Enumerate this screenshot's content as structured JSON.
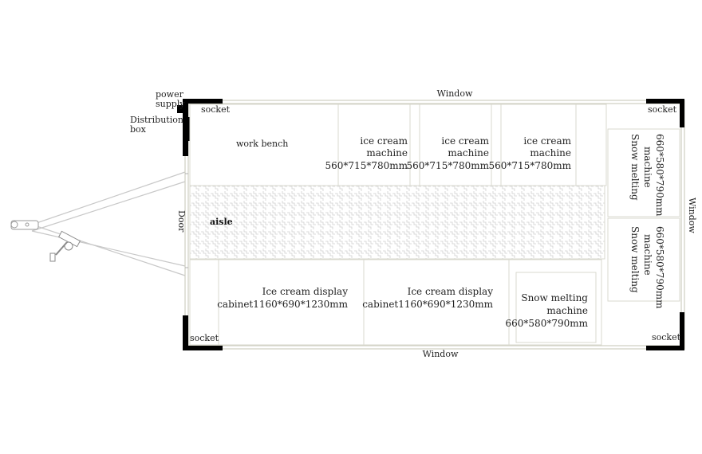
{
  "labels": {
    "window_top": "Window",
    "window_bottom": "Window",
    "window_right": "Window",
    "door": "Door",
    "power_supply_1": "power",
    "power_supply_2": "supply",
    "distribution_1": "Distribution",
    "distribution_2": "box",
    "socket_tl": "socket",
    "socket_tr": "socket",
    "socket_bl": "socket",
    "socket_br": "socket",
    "work_bench": "work bench",
    "aisle": "aisle"
  },
  "ice_cream_machines": [
    {
      "line1": "ice cream",
      "line2": "machine",
      "line3": "560*715*780mm"
    },
    {
      "line1": "ice cream",
      "line2": "machine",
      "line3": "560*715*780mm"
    },
    {
      "line1": "ice cream",
      "line2": "machine",
      "line3": "560*715*780mm"
    }
  ],
  "display_cabinets": [
    {
      "line1": "Ice cream display",
      "line2": "cabinet1160*690*1230mm"
    },
    {
      "line1": "Ice cream display",
      "line2": "cabinet1160*690*1230mm"
    }
  ],
  "snow_machine_bottom": {
    "line1": "Snow melting",
    "line2": "machine",
    "line3": "660*580*790mm"
  },
  "snow_machines_right": [
    {
      "line1": "Snow melting",
      "line2": "machine",
      "line3": "660*580*790mm"
    },
    {
      "line1": "Snow melting",
      "line2": "machine",
      "line3": "660*580*790mm"
    }
  ]
}
